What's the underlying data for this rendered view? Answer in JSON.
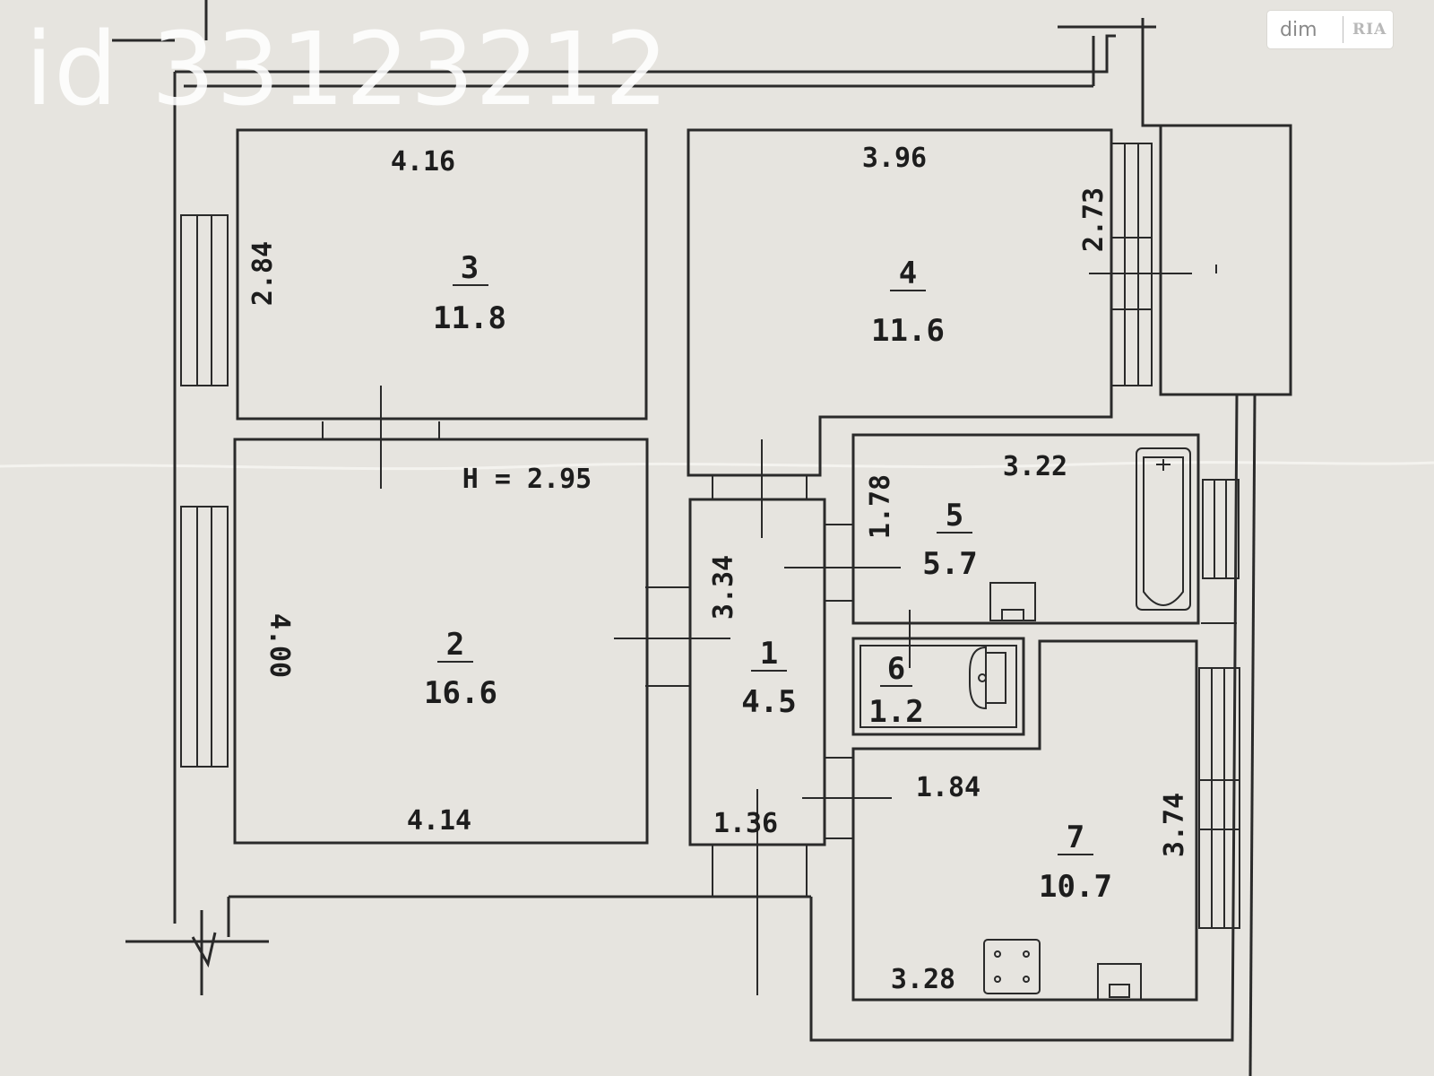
{
  "watermark": {
    "listing_id": "id 33123212"
  },
  "brand": {
    "primary": "dim",
    "secondary": "RIA"
  },
  "plan": {
    "ceiling_height": "H = 2.95",
    "rooms": [
      {
        "number": "1",
        "area": "4.5"
      },
      {
        "number": "2",
        "area": "16.6"
      },
      {
        "number": "3",
        "area": "11.8"
      },
      {
        "number": "4",
        "area": "11.6"
      },
      {
        "number": "5",
        "area": "5.7"
      },
      {
        "number": "6",
        "area": "1.2"
      },
      {
        "number": "7",
        "area": "10.7"
      }
    ],
    "dimensions": {
      "room3_width": "4.16",
      "room3_depth": "2.84",
      "room4_width": "3.96",
      "room4_depth": "2.73",
      "room2_depth": "4.00",
      "room2_width": "4.14",
      "room1_depth": "3.34",
      "room1_width": "1.36",
      "room5_width": "3.22",
      "room5_depth": "1.78",
      "room7_inner": "1.84",
      "room7_depth": "3.74",
      "room7_width": "3.28"
    }
  },
  "colors": {
    "paper": "#e6e4df",
    "ink": "#2a2a2a",
    "watermark": "#ffffff"
  }
}
